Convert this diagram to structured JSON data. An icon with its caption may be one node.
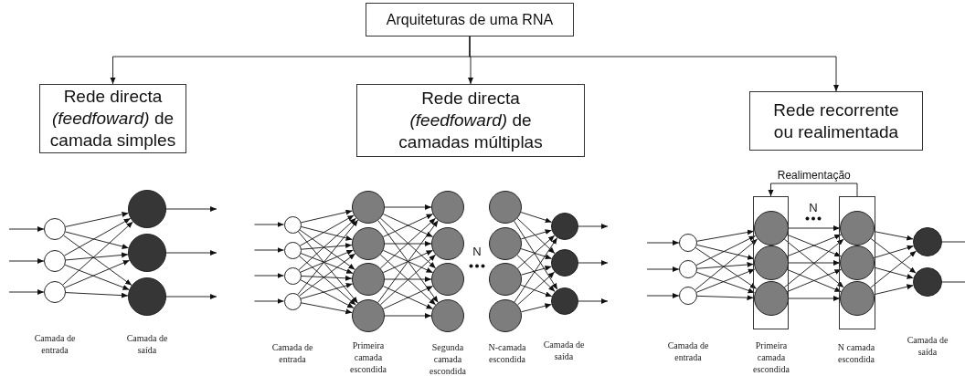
{
  "diagram": {
    "nodes": [
      {
        "text": [
          "Arquiteturas de uma RNA"
        ]
      },
      {
        "text": [
          "Rede directa *(feedfoward)* de camada simples"
        ]
      },
      {
        "text": [
          "Rede directa *(feedfoward)* de camadas múltiplas"
        ]
      },
      {
        "text": [
          "Rede recorrente ou realimentada"
        ]
      },
      {
        "text": [],
        "shape": "circle"
      },
      {
        "text": [],
        "shape": "circle"
      },
      {
        "text": [],
        "shape": "circle"
      },
      {
        "text": [],
        "shape": "circle"
      },
      {
        "text": [],
        "shape": "circle"
      },
      {
        "text": [],
        "shape": "circle"
      },
      {
        "text": [],
        "shape": "circle"
      },
      {
        "text": [],
        "shape": "circle"
      },
      {
        "text": [],
        "shape": "circle"
      },
      {
        "text": [],
        "shape": "circle"
      },
      {
        "text": [],
        "shape": "circle"
      },
      {
        "text": [],
        "shape": "circle"
      },
      {
        "text": [],
        "shape": "circle"
      },
      {
        "text": [],
        "shape": "circle"
      },
      {
        "text": [],
        "shape": "circle"
      },
      {
        "text": [],
        "shape": "circle"
      },
      {
        "text": [],
        "shape": "circle"
      },
      {
        "text": [],
        "shape": "circle"
      },
      {
        "text": [],
        "shape": "circle"
      },
      {
        "text": [],
        "shape": "circle"
      },
      {
        "text": [],
        "shape": "circle"
      },
      {
        "text": [],
        "shape": "circle"
      },
      {
        "text": [],
        "shape": "circle"
      },
      {
        "text": [],
        "shape": "circle"
      },
      {
        "text": [],
        "shape": "circle"
      },
      {
        "text": [],
        "shape": "circle"
      },
      {
        "text": [],
        "shape": "circle"
      },
      {
        "text": [],
        "shape": "circle"
      },
      {
        "text": [],
        "shape": "box"
      },
      {
        "text": [],
        "shape": "circle",
        "in": 32
      },
      {
        "text": [],
        "shape": "circle",
        "in": 32
      },
      {
        "text": [],
        "shape": "circle",
        "in": 32
      },
      {
        "text": [],
        "shape": "box"
      },
      {
        "text": [],
        "shape": "circle",
        "in": 36
      },
      {
        "text": [],
        "shape": "circle",
        "in": 36
      },
      {
        "text": [],
        "shape": "circle",
        "in": 36
      },
      {
        "text": [],
        "shape": "circle"
      },
      {
        "text": [],
        "shape": "circle"
      }
    ],
    "edges": [
      {
        "from": 0,
        "to": 1,
        "arrow": "to"
      },
      {
        "from": 0,
        "to": 2,
        "arrow": "to"
      },
      {
        "from": 0,
        "to": 3,
        "arrow": "to"
      },
      {
        "from": null,
        "to": 4,
        "arrow": "to"
      },
      {
        "from": null,
        "to": 5,
        "arrow": "to"
      },
      {
        "from": null,
        "to": 6,
        "arrow": "to"
      },
      {
        "from": 4,
        "to": 7,
        "arrow": "to"
      },
      {
        "from": 4,
        "to": 8,
        "arrow": "to"
      },
      {
        "from": 4,
        "to": 9,
        "arrow": "to"
      },
      {
        "from": 5,
        "to": 7,
        "arrow": "to"
      },
      {
        "from": 5,
        "to": 8,
        "arrow": "to"
      },
      {
        "from": 5,
        "to": 9,
        "arrow": "to"
      },
      {
        "from": 6,
        "to": 7,
        "arrow": "to"
      },
      {
        "from": 6,
        "to": 8,
        "arrow": "to"
      },
      {
        "from": 6,
        "to": 9,
        "arrow": "to"
      },
      {
        "from": 7,
        "to": null,
        "arrow": "to"
      },
      {
        "from": 8,
        "to": null,
        "arrow": "to"
      },
      {
        "from": 9,
        "to": null,
        "arrow": "to"
      },
      {
        "from": null,
        "to": 10,
        "arrow": "to"
      },
      {
        "from": null,
        "to": 11,
        "arrow": "to"
      },
      {
        "from": null,
        "to": 12,
        "arrow": "to"
      },
      {
        "from": null,
        "to": 13,
        "arrow": "to"
      },
      {
        "from": 10,
        "to": 14,
        "arrow": "to"
      },
      {
        "from": 10,
        "to": 15,
        "arrow": "to"
      },
      {
        "from": 10,
        "to": 16,
        "arrow": "to"
      },
      {
        "from": 10,
        "to": 17,
        "arrow": "to"
      },
      {
        "from": 11,
        "to": 14,
        "arrow": "to"
      },
      {
        "from": 11,
        "to": 15,
        "arrow": "to"
      },
      {
        "from": 11,
        "to": 16,
        "arrow": "to"
      },
      {
        "from": 11,
        "to": 17,
        "arrow": "to"
      },
      {
        "from": 12,
        "to": 14,
        "arrow": "to"
      },
      {
        "from": 12,
        "to": 15,
        "arrow": "to"
      },
      {
        "from": 12,
        "to": 16,
        "arrow": "to"
      },
      {
        "from": 12,
        "to": 17,
        "arrow": "to"
      },
      {
        "from": 13,
        "to": 14,
        "arrow": "to"
      },
      {
        "from": 13,
        "to": 15,
        "arrow": "to"
      },
      {
        "from": 13,
        "to": 16,
        "arrow": "to"
      },
      {
        "from": 13,
        "to": 17,
        "arrow": "to"
      },
      {
        "from": 14,
        "to": 18,
        "arrow": "to"
      },
      {
        "from": 14,
        "to": 19,
        "arrow": "to"
      },
      {
        "from": 14,
        "to": 20,
        "arrow": "to"
      },
      {
        "from": 14,
        "to": 21,
        "arrow": "to"
      },
      {
        "from": 15,
        "to": 18,
        "arrow": "to"
      },
      {
        "from": 15,
        "to": 19,
        "arrow": "to"
      },
      {
        "from": 15,
        "to": 20,
        "arrow": "to"
      },
      {
        "from": 15,
        "to": 21,
        "arrow": "to"
      },
      {
        "from": 16,
        "to": 18,
        "arrow": "to"
      },
      {
        "from": 16,
        "to": 19,
        "arrow": "to"
      },
      {
        "from": 16,
        "to": 20,
        "arrow": "to"
      },
      {
        "from": 16,
        "to": 21,
        "arrow": "to"
      },
      {
        "from": 17,
        "to": 18,
        "arrow": "to"
      },
      {
        "from": 17,
        "to": 19,
        "arrow": "to"
      },
      {
        "from": 17,
        "to": 20,
        "arrow": "to"
      },
      {
        "from": 17,
        "to": 21,
        "arrow": "to"
      },
      {
        "from": 22,
        "to": 26,
        "arrow": "to"
      },
      {
        "from": 22,
        "to": 27,
        "arrow": "to"
      },
      {
        "from": 22,
        "to": 28,
        "arrow": "to"
      },
      {
        "from": 23,
        "to": 26,
        "arrow": "to"
      },
      {
        "from": 23,
        "to": 27,
        "arrow": "to"
      },
      {
        "from": 23,
        "to": 28,
        "arrow": "to"
      },
      {
        "from": 24,
        "to": 26,
        "arrow": "to"
      },
      {
        "from": 24,
        "to": 27,
        "arrow": "to"
      },
      {
        "from": 24,
        "to": 28,
        "arrow": "to"
      },
      {
        "from": 25,
        "to": 26,
        "arrow": "to"
      },
      {
        "from": 25,
        "to": 27,
        "arrow": "to"
      },
      {
        "from": 25,
        "to": 28,
        "arrow": "to"
      },
      {
        "from": 26,
        "to": null,
        "arrow": "to"
      },
      {
        "from": 27,
        "to": null,
        "arrow": "to"
      },
      {
        "from": 28,
        "to": null,
        "arrow": "to"
      },
      {
        "from": null,
        "to": 29,
        "arrow": "to"
      },
      {
        "from": null,
        "to": 30,
        "arrow": "to"
      },
      {
        "from": null,
        "to": 31,
        "arrow": "to"
      },
      {
        "from": 29,
        "to": 33,
        "arrow": "to"
      },
      {
        "from": 29,
        "to": 34,
        "arrow": "to"
      },
      {
        "from": 29,
        "to": 35,
        "arrow": "to"
      },
      {
        "from": 30,
        "to": 33,
        "arrow": "to"
      },
      {
        "from": 30,
        "to": 34,
        "arrow": "to"
      },
      {
        "from": 30,
        "to": 35,
        "arrow": "to"
      },
      {
        "from": 31,
        "to": 33,
        "arrow": "to"
      },
      {
        "from": 31,
        "to": 34,
        "arrow": "to"
      },
      {
        "from": 31,
        "to": 35,
        "arrow": "to"
      },
      {
        "from": 33,
        "to": 37,
        "arrow": "to"
      },
      {
        "from": 33,
        "to": 38,
        "arrow": "to"
      },
      {
        "from": 33,
        "to": 39,
        "arrow": "to"
      },
      {
        "from": 34,
        "to": 37,
        "arrow": "to"
      },
      {
        "from": 34,
        "to": 38,
        "arrow": "to"
      },
      {
        "from": 34,
        "to": 39,
        "arrow": "to"
      },
      {
        "from": 35,
        "to": 37,
        "arrow": "to"
      },
      {
        "from": 35,
        "to": 38,
        "arrow": "to"
      },
      {
        "from": 35,
        "to": 39,
        "arrow": "to"
      },
      {
        "from": 37,
        "to": 40,
        "arrow": "to"
      },
      {
        "from": 37,
        "to": 41,
        "arrow": "to"
      },
      {
        "from": 38,
        "to": 40,
        "arrow": "to"
      },
      {
        "from": 38,
        "to": 41,
        "arrow": "to"
      },
      {
        "from": 39,
        "to": 40,
        "arrow": "to"
      },
      {
        "from": 39,
        "to": 41,
        "arrow": "to"
      },
      {
        "from": 40,
        "to": null,
        "arrow": "none"
      },
      {
        "from": 41,
        "to": null,
        "arrow": "none"
      },
      {
        "from": 36,
        "to": 32,
        "label": "Realimentação",
        "arrow": "to"
      }
    ],
    "labels": [
      "N",
      "N",
      "Camada de entrada",
      "Camada de saída",
      "Camada de entrada",
      "Primeira camada escondida",
      "Segunda camada escondida",
      "N-camada escondida",
      "Camada de saída",
      "Camada de entrada",
      "Primeira camada escondida",
      "N camada escondida",
      "Camada de saída"
    ]
  }
}
